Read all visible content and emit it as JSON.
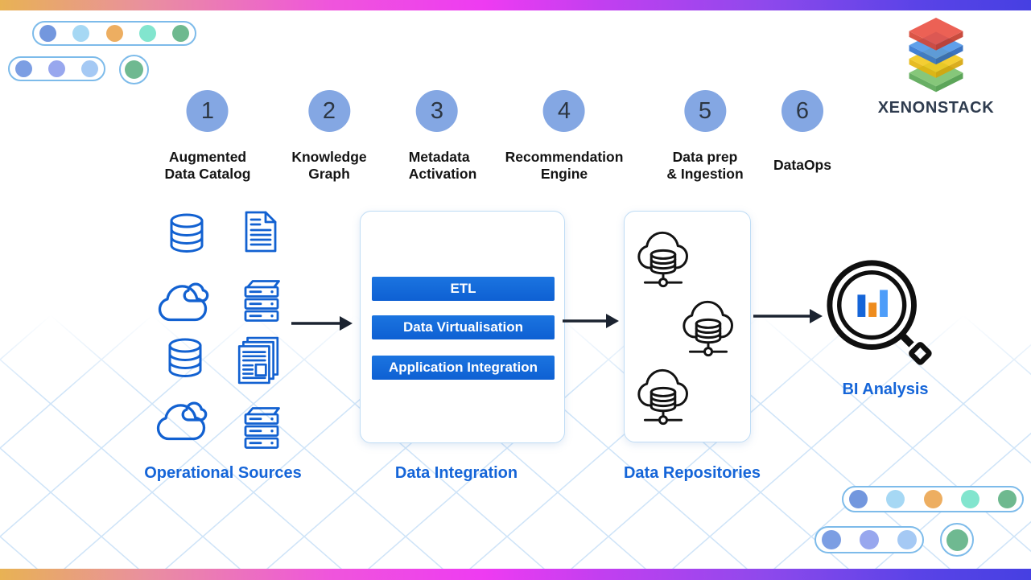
{
  "brand": {
    "name": "XENONSTACK"
  },
  "steps": [
    {
      "number": "1",
      "line1": "Augmented",
      "line2": "Data Catalog"
    },
    {
      "number": "2",
      "line1": "Knowledge",
      "line2": "Graph"
    },
    {
      "number": "3",
      "line1": "Metadata",
      "line2": "Activation"
    },
    {
      "number": "4",
      "line1": "Recommendation",
      "line2": "Engine"
    },
    {
      "number": "5",
      "line1": "Data prep",
      "line2": "& Ingestion"
    },
    {
      "number": "6",
      "line1": "DataOps",
      "line2": ""
    }
  ],
  "flow": {
    "operational_sources": {
      "title": "Operational Sources",
      "icons": [
        "database",
        "document",
        "cloud",
        "server",
        "database",
        "documents",
        "cloud",
        "server"
      ]
    },
    "data_integration": {
      "title": "Data Integration",
      "bars": [
        "ETL",
        "Data Virtualisation",
        "Application Integration"
      ]
    },
    "data_repositories": {
      "title": "Data Repositories",
      "icons": [
        "cloud-database",
        "cloud-database",
        "cloud-database"
      ]
    },
    "bi_analysis": {
      "label": "BI Analysis",
      "icon": "magnifier-bar-chart"
    }
  },
  "colors": {
    "accent_blue": "#1565d8",
    "bar_blue": "#1167db",
    "step_circle_blue": "#84a7e3",
    "icon_blue": "#1261d1",
    "gradient_bar": [
      "#e8b254",
      "#e9909e",
      "#ee3cf2",
      "#a948ee",
      "#4640e2"
    ],
    "dot_palette_row1": [
      "#7397de",
      "#a6d8f4",
      "#edae61",
      "#82e5ce",
      "#6eb98f"
    ],
    "dot_palette_row2": [
      "#7c9ee3",
      "#98a7ee",
      "#a5c9f4",
      "#6fb991"
    ]
  }
}
